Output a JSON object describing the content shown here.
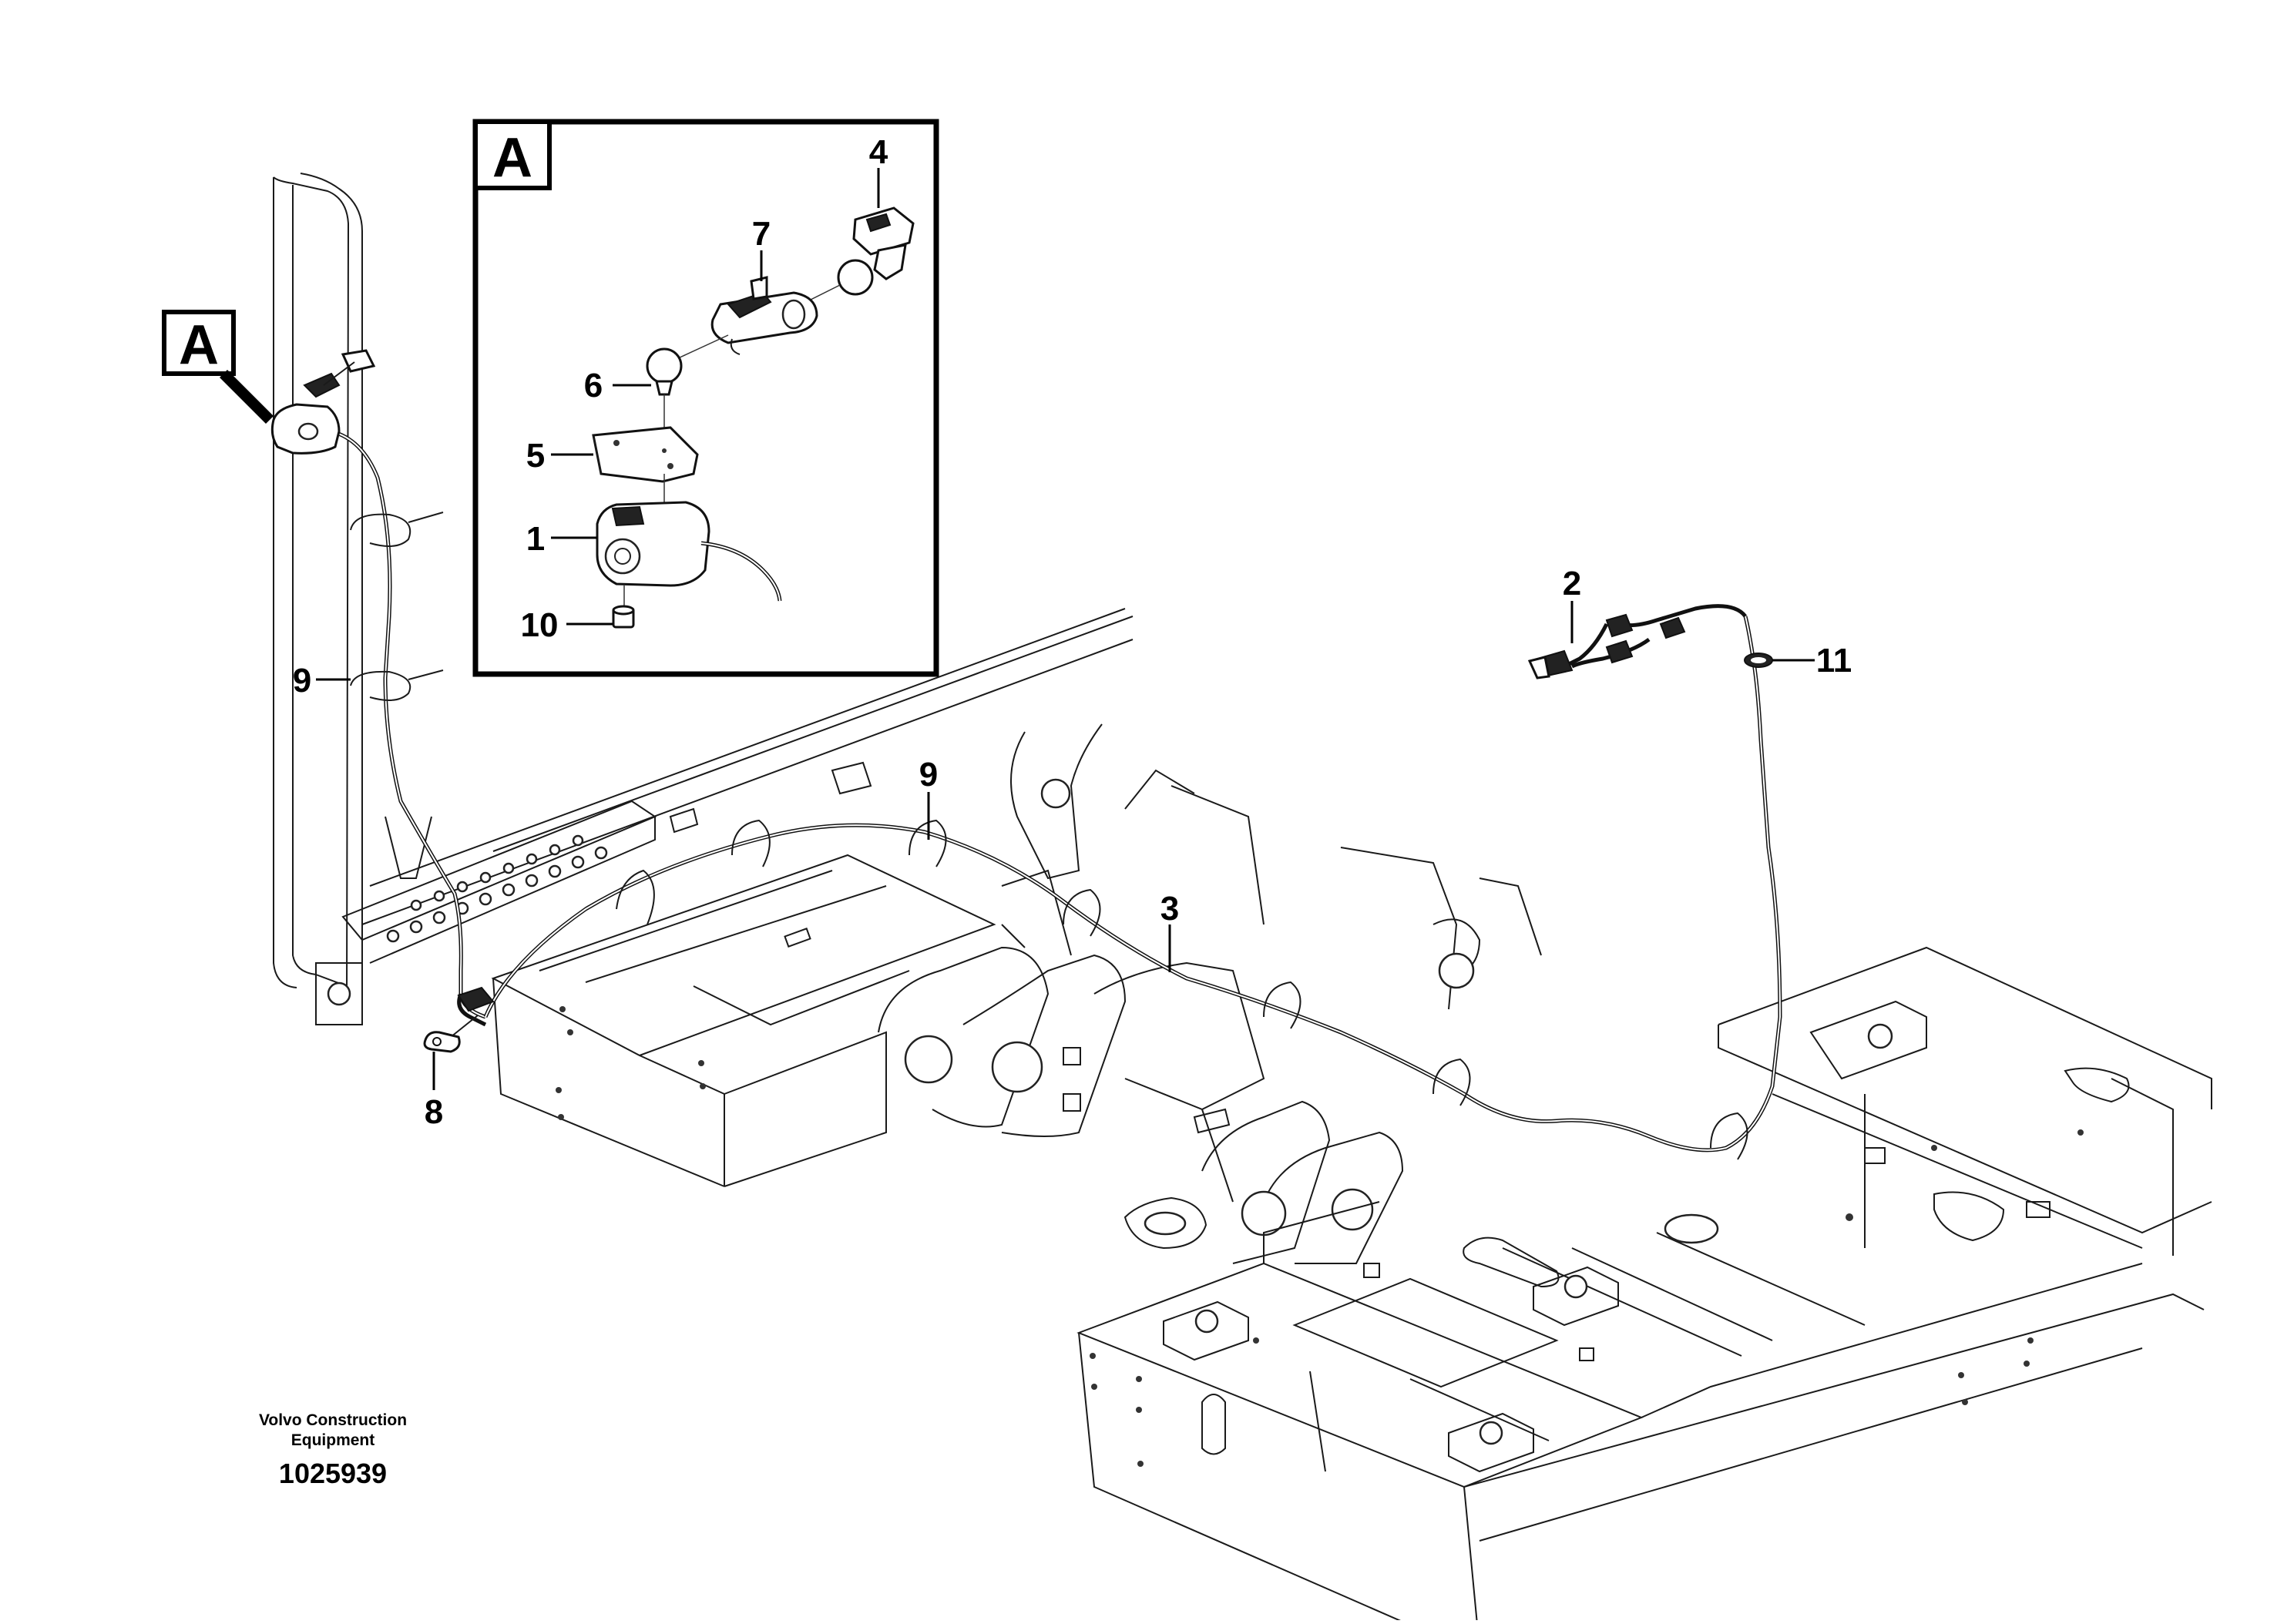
{
  "detail_box": {
    "letter": "A"
  },
  "callout": {
    "letter": "A"
  },
  "labels": {
    "l1": "1",
    "l2": "2",
    "l3": "3",
    "l4": "4",
    "l5": "5",
    "l6": "6",
    "l7": "7",
    "l8": "8",
    "l9a": "9",
    "l9b": "9",
    "l10": "10",
    "l11": "11"
  },
  "credit": {
    "line1": "Volvo Construction",
    "line2": "Equipment",
    "doc_number": "1025939"
  }
}
